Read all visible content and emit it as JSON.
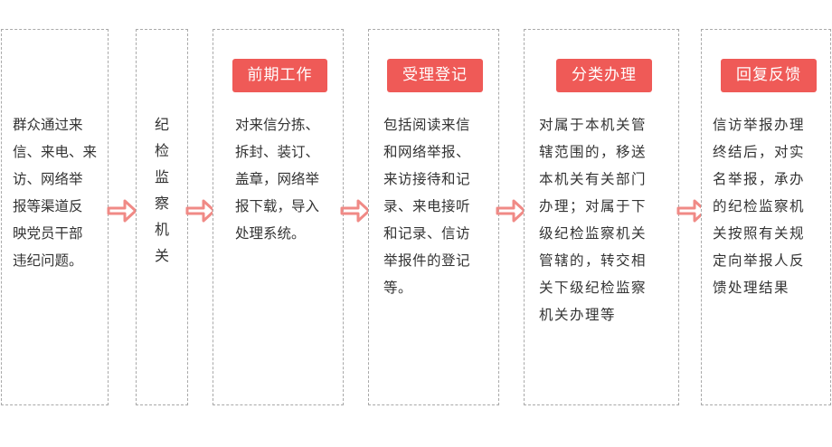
{
  "steps": [
    {
      "id": "source",
      "badge": "",
      "text": "群众通过来\n信、来电、来\n访、网络举\n报等渠道反\n映党员干部\n违纪问题。"
    },
    {
      "id": "organ",
      "badge": "",
      "text": "纪\n检\n监\n察\n机\n关"
    },
    {
      "id": "preliminary",
      "badge": "前期工作",
      "text": "对来信分拣、\n拆封、装订、\n盖章，网络举\n报下载，导入\n处理系统。"
    },
    {
      "id": "accept",
      "badge": "受理登记",
      "text": "包括阅读来信\n和网络举报、\n来访接待和记\n录、来电接听\n和记录、信访\n举报件的登记\n等。"
    },
    {
      "id": "classify",
      "badge": "分类办理",
      "text": "对属于本机关管\n辖范围的，移送\n本机关有关部门\n办理；对属于下\n级纪检监察机关\n管辖的，转交相\n关下级纪检监察\n机关办理等"
    },
    {
      "id": "feedback",
      "badge": "回复反馈",
      "text": "信访举报办理\n终结后，对实\n名举报，承办\n的纪检监察机\n关按照有关规\n定向举报人反\n馈处理结果"
    }
  ],
  "colors": {
    "accent": "#ef5a57",
    "arrow": "#f08a86",
    "border": "#a9a9a9",
    "text": "#333333"
  }
}
